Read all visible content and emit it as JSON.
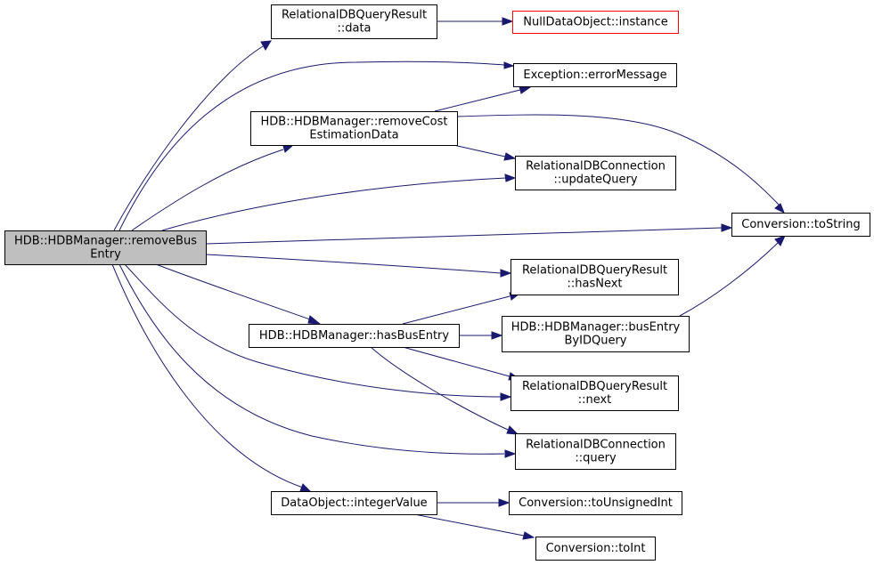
{
  "colors": {
    "edge": "#191970",
    "root_fill": "#bfbfbf",
    "node_fill": "#ffffff",
    "node_border": "#000000",
    "missing_border": "#ff0000"
  },
  "nodes": [
    {
      "id": "removeBusEntry",
      "lines": [
        "HDB::HDBManager::removeBus",
        "Entry"
      ],
      "style": "root"
    },
    {
      "id": "queryResultData",
      "lines": [
        "RelationalDBQueryResult",
        "::data"
      ],
      "style": "normal"
    },
    {
      "id": "nullDataObjectInstance",
      "lines": [
        "NullDataObject::instance"
      ],
      "style": "missing"
    },
    {
      "id": "errorMessage",
      "lines": [
        "Exception::errorMessage"
      ],
      "style": "normal"
    },
    {
      "id": "removeCostEstimationData",
      "lines": [
        "HDB::HDBManager::removeCost",
        "EstimationData"
      ],
      "style": "normal"
    },
    {
      "id": "updateQuery",
      "lines": [
        "RelationalDBConnection",
        "::updateQuery"
      ],
      "style": "normal"
    },
    {
      "id": "toString",
      "lines": [
        "Conversion::toString"
      ],
      "style": "normal"
    },
    {
      "id": "hasNext",
      "lines": [
        "RelationalDBQueryResult",
        "::hasNext"
      ],
      "style": "normal"
    },
    {
      "id": "hasBusEntry",
      "lines": [
        "HDB::HDBManager::hasBusEntry"
      ],
      "style": "normal"
    },
    {
      "id": "busEntryByIDQuery",
      "lines": [
        "HDB::HDBManager::busEntry",
        "ByIDQuery"
      ],
      "style": "normal"
    },
    {
      "id": "next",
      "lines": [
        "RelationalDBQueryResult",
        "::next"
      ],
      "style": "normal"
    },
    {
      "id": "query",
      "lines": [
        "RelationalDBConnection",
        "::query"
      ],
      "style": "normal"
    },
    {
      "id": "integerValue",
      "lines": [
        "DataObject::integerValue"
      ],
      "style": "normal"
    },
    {
      "id": "toUnsignedInt",
      "lines": [
        "Conversion::toUnsignedInt"
      ],
      "style": "normal"
    },
    {
      "id": "toInt",
      "lines": [
        "Conversion::toInt"
      ],
      "style": "normal"
    }
  ],
  "edges": [
    {
      "from": "removeBusEntry",
      "to": "queryResultData"
    },
    {
      "from": "removeBusEntry",
      "to": "errorMessage"
    },
    {
      "from": "removeBusEntry",
      "to": "removeCostEstimationData"
    },
    {
      "from": "removeBusEntry",
      "to": "updateQuery"
    },
    {
      "from": "removeBusEntry",
      "to": "toString"
    },
    {
      "from": "removeBusEntry",
      "to": "hasNext"
    },
    {
      "from": "removeBusEntry",
      "to": "hasBusEntry"
    },
    {
      "from": "removeBusEntry",
      "to": "next"
    },
    {
      "from": "removeBusEntry",
      "to": "query"
    },
    {
      "from": "removeBusEntry",
      "to": "integerValue"
    },
    {
      "from": "queryResultData",
      "to": "nullDataObjectInstance"
    },
    {
      "from": "removeCostEstimationData",
      "to": "errorMessage"
    },
    {
      "from": "removeCostEstimationData",
      "to": "updateQuery"
    },
    {
      "from": "removeCostEstimationData",
      "to": "toString"
    },
    {
      "from": "hasBusEntry",
      "to": "hasNext"
    },
    {
      "from": "hasBusEntry",
      "to": "busEntryByIDQuery"
    },
    {
      "from": "hasBusEntry",
      "to": "next"
    },
    {
      "from": "hasBusEntry",
      "to": "query"
    },
    {
      "from": "busEntryByIDQuery",
      "to": "toString"
    },
    {
      "from": "integerValue",
      "to": "toUnsignedInt"
    },
    {
      "from": "integerValue",
      "to": "toInt"
    }
  ]
}
